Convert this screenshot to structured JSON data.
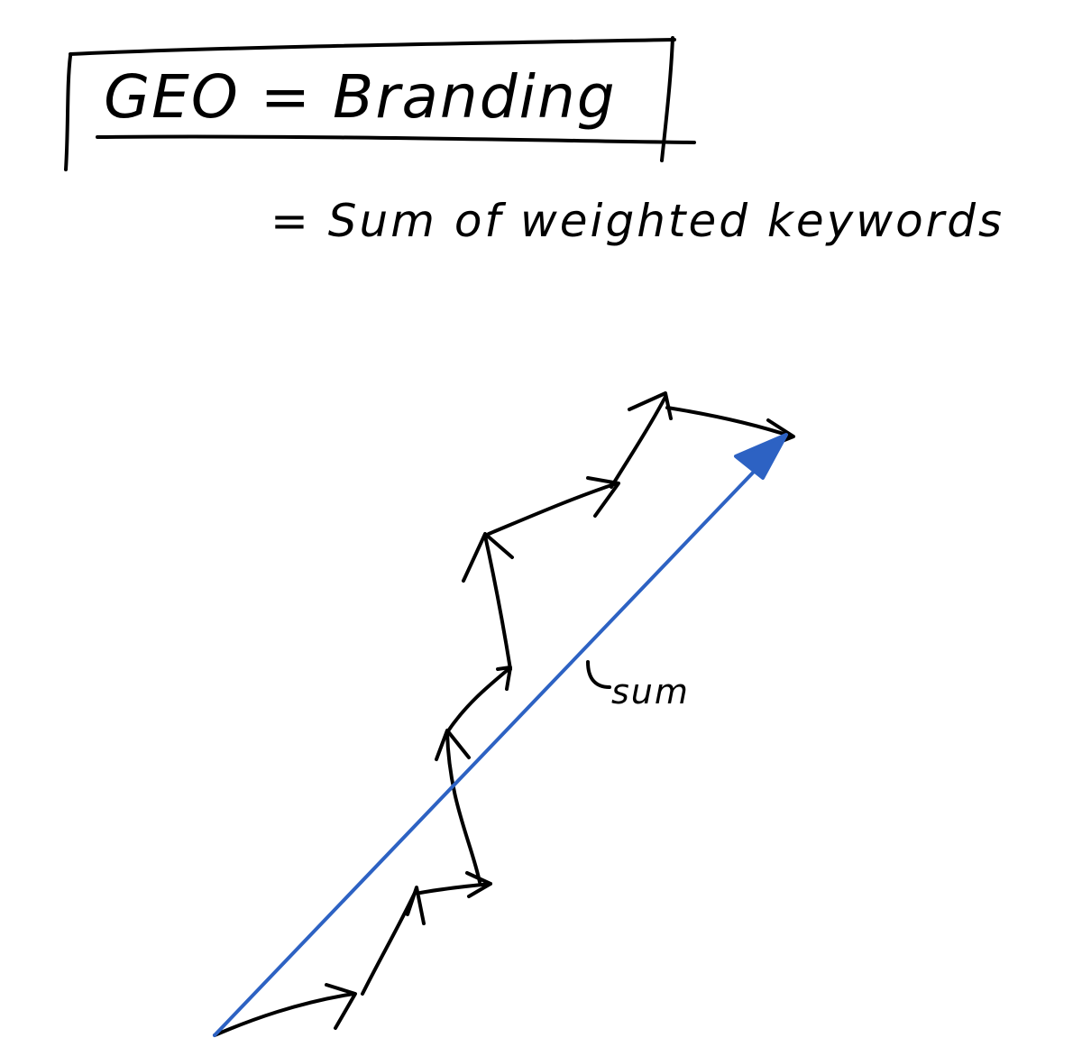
{
  "note": {
    "boxed_equation": "GEO = Branding",
    "second_line": "= Sum of weighted keywords"
  },
  "diagram": {
    "sum_label": "sum",
    "colors": {
      "ink": "#000000",
      "sum_vector": "#2d62c3"
    }
  }
}
